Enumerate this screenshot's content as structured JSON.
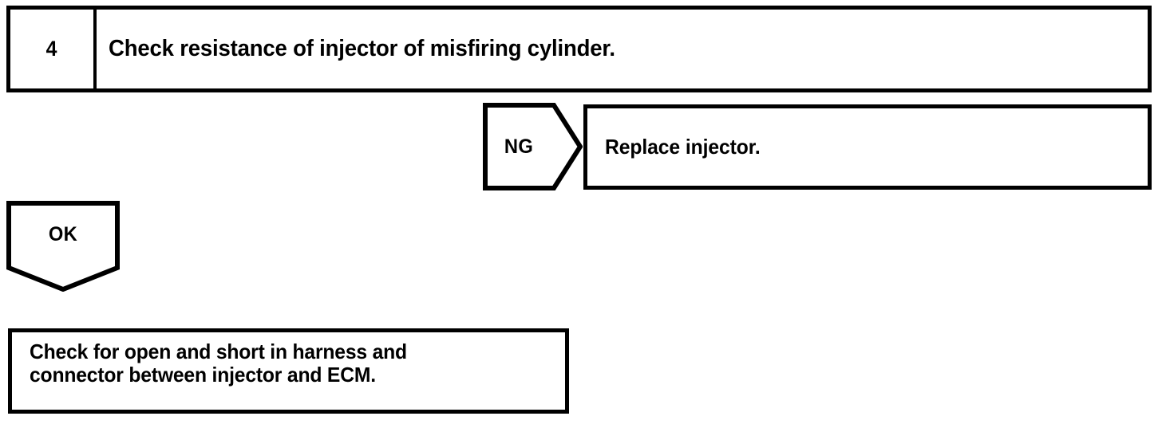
{
  "diagram": {
    "type": "troubleshooting-flowchart",
    "colors": {
      "ink": "#000000",
      "paper": "#ffffff"
    },
    "step": {
      "number": "4",
      "instruction": "Check resistance of injector of misfiring cylinder."
    },
    "branches": {
      "ng": {
        "label": "NG",
        "result": "Replace injector."
      },
      "ok": {
        "label": "OK",
        "result_line_1": "Check for open and short in harness and",
        "result_line_2": "connector between injector and ECM."
      }
    }
  }
}
